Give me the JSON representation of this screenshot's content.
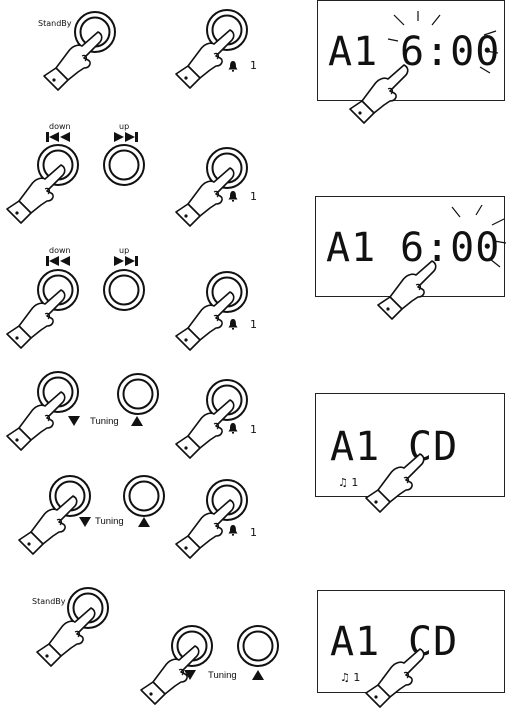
{
  "labels": {
    "standby": "StandBy",
    "down": "down",
    "up": "up",
    "tuning": "Tuning",
    "alarm_number": "1"
  },
  "displays": [
    {
      "alarm": "A1",
      "value": "6:00"
    },
    {
      "alarm": "A1",
      "value": "6:00"
    },
    {
      "alarm": "A1",
      "value": "CD",
      "indicator": "♫ 1"
    },
    {
      "alarm": "A1",
      "value": "CD",
      "indicator": "♫ 1"
    }
  ],
  "icons": {
    "tuning_down": "triangle-down-icon",
    "tuning_up": "triangle-up-icon",
    "skip_back": "skip-back-icon",
    "skip_forward": "skip-forward-icon"
  }
}
